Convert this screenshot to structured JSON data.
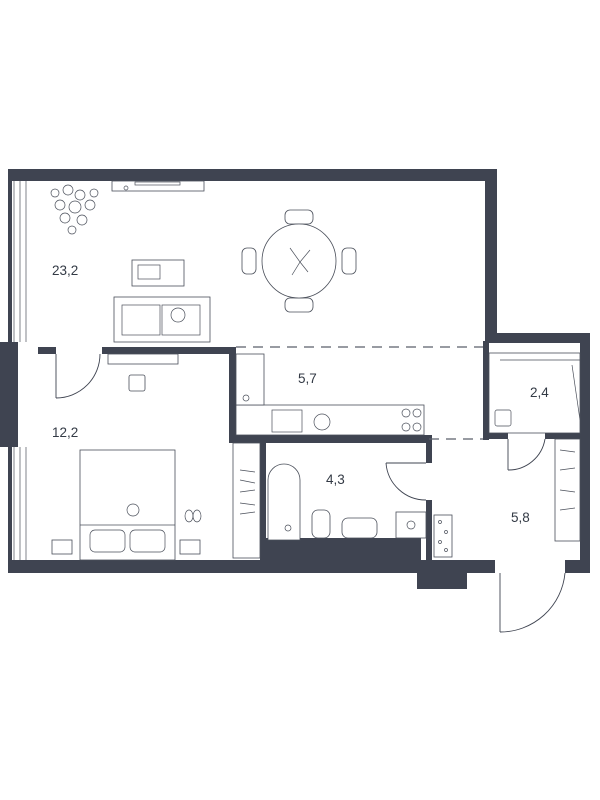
{
  "rooms": [
    {
      "id": "living",
      "area": "23,2"
    },
    {
      "id": "bedroom",
      "area": "12,2"
    },
    {
      "id": "kitchen",
      "area": "5,7"
    },
    {
      "id": "bathroom",
      "area": "4,3"
    },
    {
      "id": "storage",
      "area": "2,4"
    },
    {
      "id": "hall",
      "area": "5,8"
    }
  ],
  "colors": {
    "wall": "#3f4451",
    "line": "#4a4f5a",
    "text": "#333a45",
    "background": "#ffffff"
  }
}
